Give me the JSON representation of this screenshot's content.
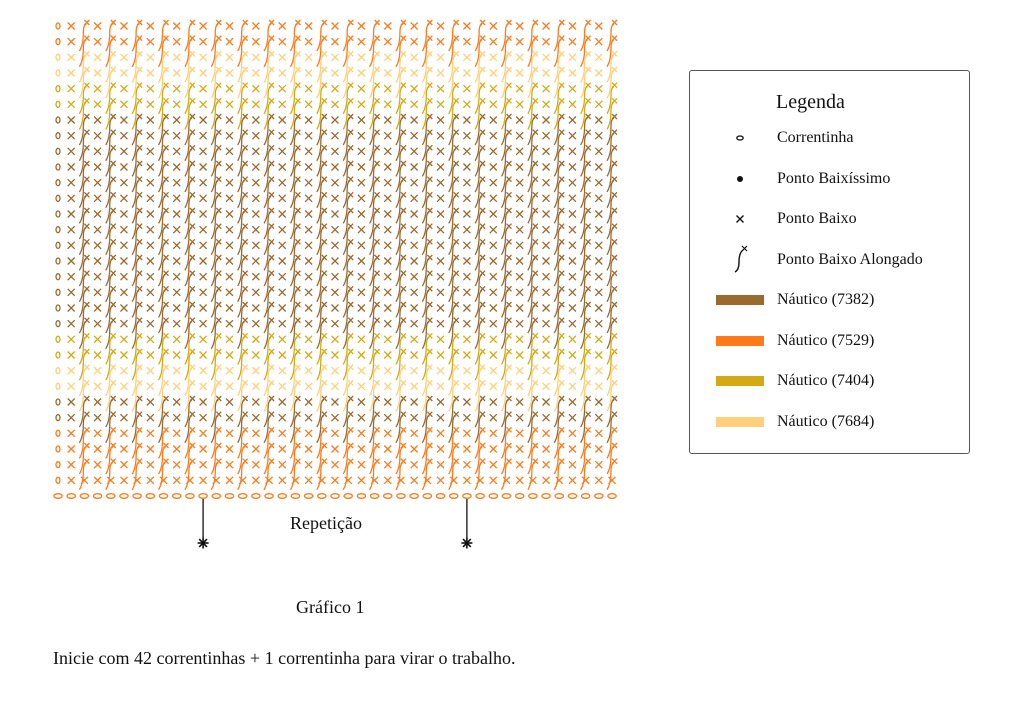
{
  "chart": {
    "columns": 43,
    "rows": 31,
    "rows_bottom_to_top": [
      {
        "color": "orange",
        "stitch": "chain"
      },
      {
        "color": "orange",
        "stitch": "sc"
      },
      {
        "color": "orange",
        "stitch": "sc"
      },
      {
        "color": "orange",
        "stitch": "sc"
      },
      {
        "color": "orange",
        "stitch": "sc"
      },
      {
        "color": "brown",
        "stitch": "sc"
      },
      {
        "color": "brown",
        "stitch": "sc"
      },
      {
        "color": "light",
        "stitch": "sc"
      },
      {
        "color": "light",
        "stitch": "sc"
      },
      {
        "color": "mustard",
        "stitch": "sc"
      },
      {
        "color": "mustard",
        "stitch": "sc"
      },
      {
        "color": "brown",
        "stitch": "sc"
      },
      {
        "color": "brown",
        "stitch": "sc"
      },
      {
        "color": "brown",
        "stitch": "sc"
      },
      {
        "color": "brown",
        "stitch": "sc"
      },
      {
        "color": "brown",
        "stitch": "sc"
      },
      {
        "color": "brown",
        "stitch": "sc"
      },
      {
        "color": "brown",
        "stitch": "sc"
      },
      {
        "color": "brown",
        "stitch": "sc"
      },
      {
        "color": "brown",
        "stitch": "sc"
      },
      {
        "color": "brown",
        "stitch": "sc"
      },
      {
        "color": "brown",
        "stitch": "sc"
      },
      {
        "color": "brown",
        "stitch": "sc"
      },
      {
        "color": "brown",
        "stitch": "sc"
      },
      {
        "color": "brown",
        "stitch": "sc"
      },
      {
        "color": "mustard",
        "stitch": "sc"
      },
      {
        "color": "mustard",
        "stitch": "sc"
      },
      {
        "color": "light",
        "stitch": "sc"
      },
      {
        "color": "light",
        "stitch": "sc"
      },
      {
        "color": "orange",
        "stitch": "sc"
      },
      {
        "color": "orange",
        "stitch": "sc"
      }
    ],
    "repeat_start_column": 11,
    "repeat_end_column": 31
  },
  "colors": {
    "brown": "#9b6a2f",
    "orange": "#ff7a1a",
    "mustard": "#d4aa14",
    "light": "#ffd07a",
    "ink": "#111111",
    "border": "#555555"
  },
  "legend": {
    "title": "Legenda",
    "symbols": [
      {
        "icon": "chain-oval-icon",
        "label": "Correntinha"
      },
      {
        "icon": "dot-icon",
        "label": "Ponto Baixíssimo"
      },
      {
        "icon": "cross-icon",
        "label": "Ponto Baixo"
      },
      {
        "icon": "long-stitch-icon",
        "label": "Ponto Baixo Alongado"
      }
    ],
    "swatches": [
      {
        "color_key": "brown",
        "label": "Náutico (7382)"
      },
      {
        "color_key": "orange",
        "label": "Náutico (7529)"
      },
      {
        "color_key": "mustard",
        "label": "Náutico (7404)"
      },
      {
        "color_key": "light",
        "label": "Náutico (7684)"
      }
    ]
  },
  "repeat_label": "Repetição",
  "chart_caption": "Gráfico 1",
  "instructions": "Inicie com 42 correntinhas + 1 correntinha para virar o trabalho."
}
